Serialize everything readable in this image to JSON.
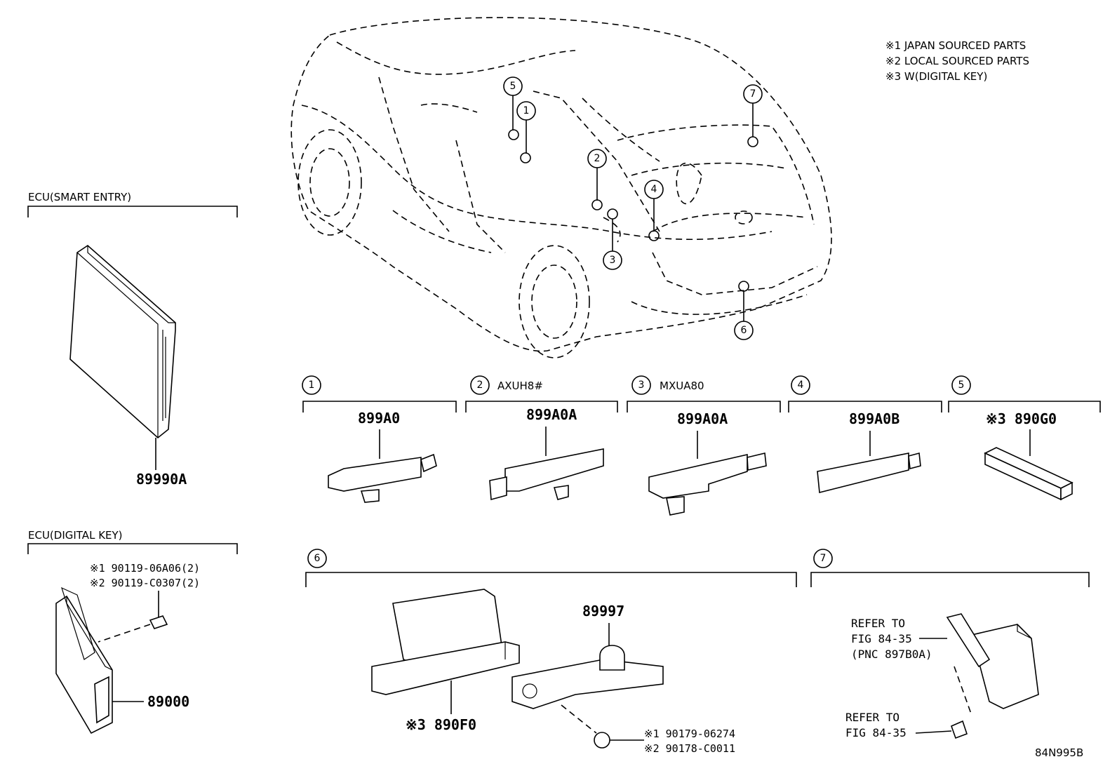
{
  "notes": [
    "※1 JAPAN SOURCED PARTS",
    "※2 LOCAL SOURCED PARTS",
    "※3 W(DIGITAL KEY)"
  ],
  "groups": {
    "smart_entry": {
      "title": "ECU(SMART ENTRY)",
      "part": "89990A"
    },
    "digital_key": {
      "title": "ECU(DIGITAL KEY)",
      "part": "89000",
      "bolt_1": "※1 90119-06A06(2)",
      "bolt_2": "※2 90119-C0307(2)"
    }
  },
  "sections": [
    {
      "num": "1",
      "model": "",
      "part": "899A0"
    },
    {
      "num": "2",
      "model": "AXUH8#",
      "part": "899A0A"
    },
    {
      "num": "3",
      "model": "MXUA80",
      "part": "899A0A"
    },
    {
      "num": "4",
      "model": "",
      "part": "899A0B"
    },
    {
      "num": "5",
      "model": "",
      "part": "※3 890G0"
    }
  ],
  "section6": {
    "num": "6",
    "antenna": "※3 890F0",
    "bracket": "89997",
    "clip_1": "※1 90179-06274",
    "clip_2": "※2 90178-C0011"
  },
  "section7": {
    "num": "7",
    "ref1_l1": "REFER TO",
    "ref1_l2": "FIG 84-35",
    "ref1_l3": "(PNC 897B0A)",
    "ref2_l1": "REFER TO",
    "ref2_l2": "FIG 84-35"
  },
  "car_callouts": [
    "1",
    "2",
    "3",
    "4",
    "5",
    "6",
    "7"
  ],
  "diagram_code": "84N995B"
}
